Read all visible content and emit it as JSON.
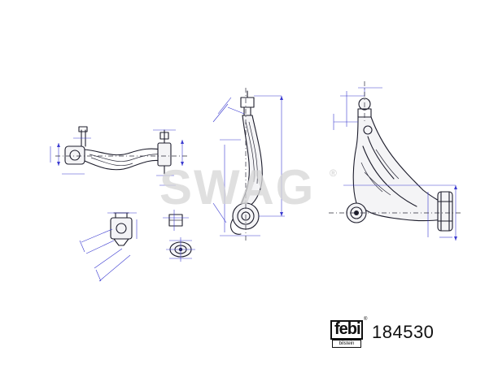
{
  "watermark": {
    "text": "SWAG",
    "mark": "®"
  },
  "brand": {
    "logo_text": "febi",
    "logo_subtext": "bilstein",
    "logo_mark": "®"
  },
  "part_number": "184530",
  "colors": {
    "line": "#1c1c2b",
    "dimension": "#3a3ad0",
    "watermark": "#d6d6d6"
  }
}
